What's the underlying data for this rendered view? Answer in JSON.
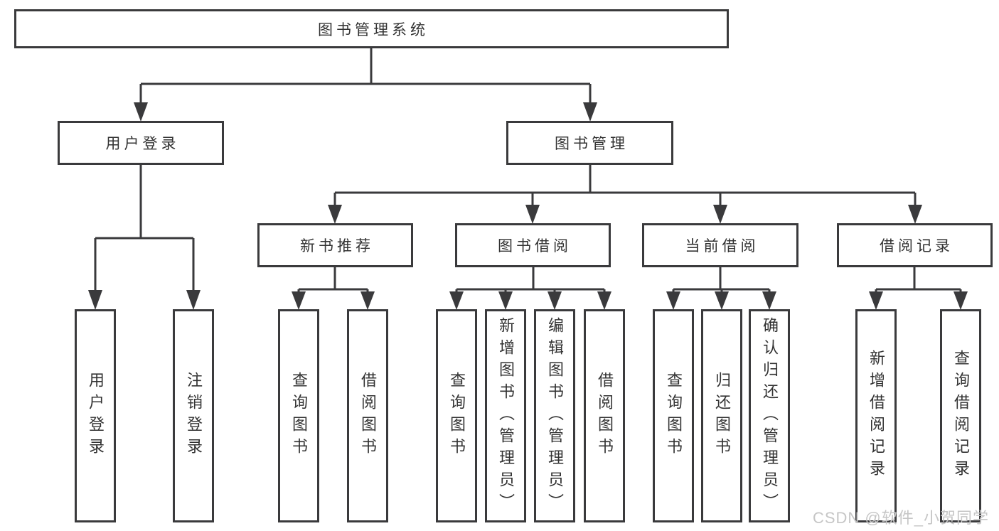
{
  "nodes": {
    "root": "图书管理系统",
    "level2": [
      "用户登录",
      "图书管理"
    ],
    "level3": [
      "新书推荐",
      "图书借阅",
      "当前借阅",
      "借阅记录"
    ],
    "level4": [
      "用户登录",
      "注销登录",
      "查询图书",
      "借阅图书",
      "查询图书",
      "新增图书（管理员）",
      "编辑图书（管理员）",
      "借阅图书",
      "查询图书",
      "归还图书",
      "确认归还（管理员）",
      "新增借阅记录",
      "查询借阅记录"
    ]
  },
  "watermark": "CSDN @软件_小贺同学",
  "colors": {
    "line": "#3a3a3c",
    "text": "#333333",
    "watermark": "#c6c6c6",
    "background": "#ffffff"
  }
}
